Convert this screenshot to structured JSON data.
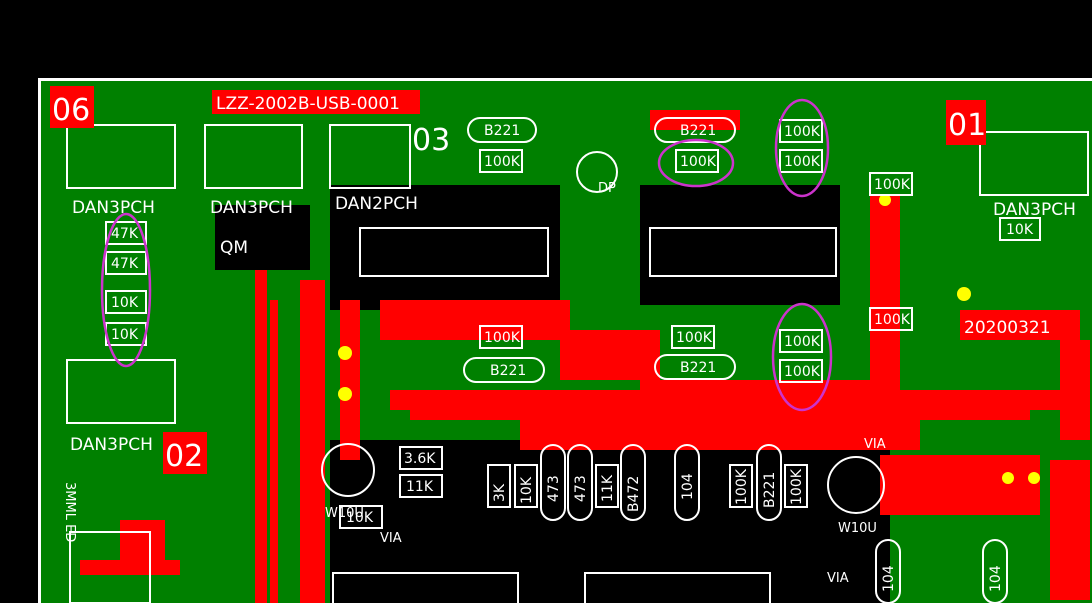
{
  "board": {
    "title": "LZZ-2002B-USB-0001",
    "date_code": "20200321",
    "zone_labels": [
      "06",
      "01",
      "02",
      "03"
    ],
    "colors": {
      "background": "#000000",
      "copper_fill": "#008000",
      "copper_trace": "#ff0000",
      "silkscreen": "#ffffff",
      "pad": "#ffff00",
      "highlight": "#cc33cc"
    }
  },
  "connectors": [
    {
      "label": "DAN3PCH"
    },
    {
      "label": "DAN3PCH"
    },
    {
      "label": "DAN2PCH"
    },
    {
      "label": "DAN3PCH"
    },
    {
      "label": "DAN3PCH"
    }
  ],
  "markings": {
    "qm": "QM",
    "dp": "DP",
    "via": "VIA",
    "w10u_right": "W10U",
    "w10u_left": "W10U",
    "led": "3MML ED"
  },
  "resistors": [
    "47K",
    "47K",
    "10K",
    "10K",
    "100K",
    "100K",
    "100K",
    "100K",
    "100K",
    "100K",
    "10K",
    "100K",
    "100K",
    "100K",
    "100K",
    "3.6K",
    "11K",
    "3K",
    "10K",
    "11K",
    "100K",
    "100K",
    "10K"
  ],
  "capacitors": [
    "B221",
    "B221",
    "B221",
    "B221",
    "473",
    "473",
    "B472",
    "104",
    "B221",
    "104",
    "104"
  ]
}
